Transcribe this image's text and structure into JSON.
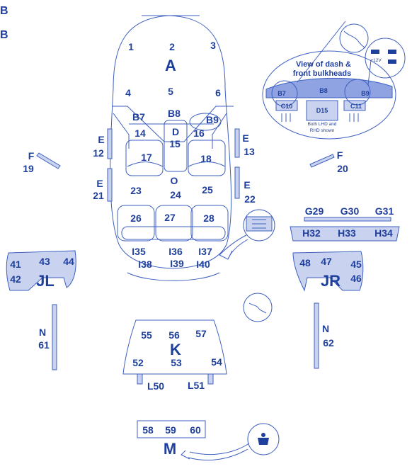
{
  "corner_labels": [
    "B",
    "B"
  ],
  "car": {
    "zone_a": "A",
    "a_top": [
      "1",
      "2",
      "3"
    ],
    "a_bottom": [
      "4",
      "5",
      "6"
    ],
    "b_row": [
      "B7",
      "B8",
      "B9"
    ],
    "d": "D",
    "d_num": "15",
    "num_14": "14",
    "num_16": "16",
    "num_17": "17",
    "num_18": "18",
    "o": "O",
    "o_nums": [
      "23",
      "24",
      "25"
    ],
    "seats": [
      "26",
      "27",
      "28"
    ],
    "i_row1": [
      "I35",
      "I36",
      "I37"
    ],
    "i_row2": [
      "I38",
      "I39",
      "I40"
    ]
  },
  "e_left": [
    [
      "E",
      "12"
    ],
    [
      "E",
      "21"
    ]
  ],
  "e_right": [
    [
      "E",
      "13"
    ],
    [
      "E",
      "22"
    ]
  ],
  "f_left": [
    "F",
    "19"
  ],
  "f_right": [
    "F",
    "20"
  ],
  "inset": {
    "title_lines": [
      "View of dash &",
      "front bulkheads"
    ],
    "b": [
      "B7",
      "B8",
      "B9"
    ],
    "c10": "C10",
    "d15": "D15",
    "c11": "C11",
    "note_lines": [
      "Both LHD and",
      "RHD shown"
    ],
    "voltage": "+12V"
  },
  "g_row": [
    "G29",
    "G30",
    "G31"
  ],
  "h_row": [
    "H32",
    "H33",
    "H34"
  ],
  "jl": {
    "label": "JL",
    "nums": [
      "41",
      "43",
      "44",
      "42"
    ]
  },
  "jr": {
    "label": "JR",
    "nums": [
      "48",
      "47",
      "45",
      "46"
    ]
  },
  "n_left": [
    "N",
    "61"
  ],
  "n_right": [
    "N",
    "62"
  ],
  "k": {
    "label": "K",
    "top": [
      "55",
      "56",
      "57"
    ],
    "bottom": [
      "52",
      "53",
      "54"
    ]
  },
  "l": [
    "L50",
    "L51"
  ],
  "m": {
    "label": "M",
    "nums": [
      "58",
      "59",
      "60"
    ]
  },
  "colors": {
    "label": "#1f3f9c",
    "line": "#3d5fc0",
    "fill": "#c9d3ef"
  }
}
